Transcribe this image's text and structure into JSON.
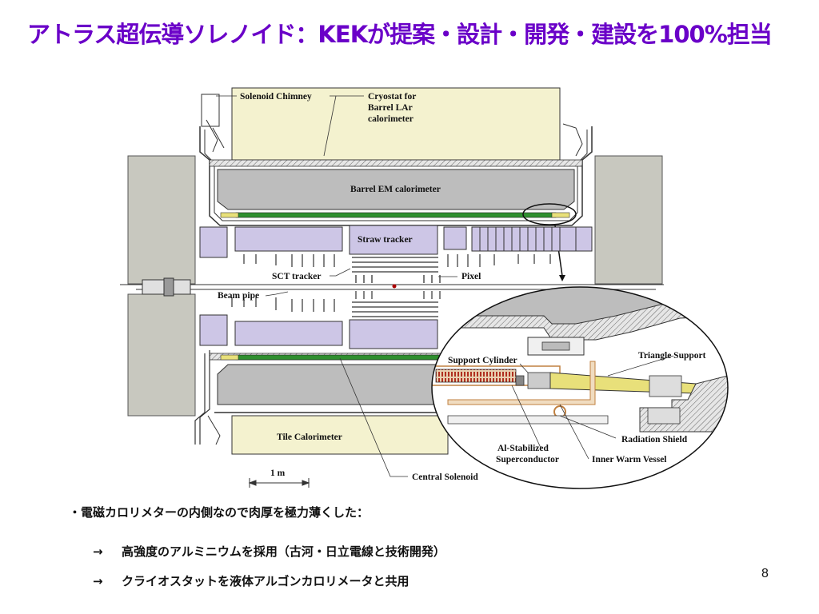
{
  "slide": {
    "title": "アトラス超伝導ソレノイド：KEKが提案・設計・開発・建設を100%担当",
    "page_number": "8"
  },
  "diagram": {
    "labels": {
      "solenoid_chimney": "Solenoid Chimney",
      "cryostat_l1": "Cryostat for",
      "cryostat_l2": "Barrel LAr",
      "cryostat_l3": "calorimeter",
      "barrel_em": "Barrel EM calorimeter",
      "straw_tracker": "Straw tracker",
      "sct_tracker": "SCT tracker",
      "pixel": "Pixel",
      "beam_pipe": "Beam pipe",
      "tile_calorimeter": "Tile Calorimeter",
      "scale": "1 m",
      "central_solenoid": "Central Solenoid",
      "support_cylinder": "Support Cylinder",
      "triangle_support": "Triangle Support",
      "radiation_shield": "Radiation Shield",
      "al_stab_l1": "Al-Stabilized",
      "al_stab_l2": "Superconductor",
      "inner_warm_vessel": "Inner Warm Vessel"
    }
  },
  "bullets": {
    "main": "・電磁カロリメターの内側なので肉厚を極力薄くした：",
    "arrow": "→",
    "sub1": "高強度のアルミニウムを採用（古河・日立電線と技術開発）",
    "sub2": "クライオスタットを液体アルゴンカロリメータと共用"
  },
  "colors": {
    "title": "#6a00c8",
    "calorimeter_fill": "#f4f2cf",
    "em_calorimeter_fill": "#bdbdbd",
    "tracker_fill": "#cdc6e6",
    "coil_green": "#2f8f2f",
    "support_yellow": "#e8e07a",
    "endcap_gray": "#c8c8bf"
  }
}
